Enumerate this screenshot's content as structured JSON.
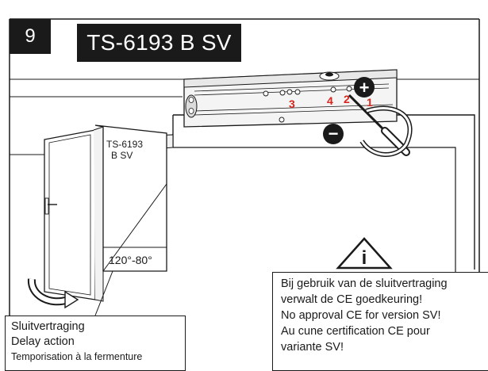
{
  "step": {
    "number": "9"
  },
  "title": "TS-6193 B SV",
  "door_panel": {
    "model_line1": "TS-6193",
    "model_line2": "B SV",
    "angle": "120°-80°"
  },
  "closer": {
    "valve_labels": [
      "3",
      "4",
      "2",
      "1"
    ],
    "plus_symbol": "+",
    "minus_symbol": "−",
    "valve_label_color": "#d9251c"
  },
  "warning": {
    "symbol": "i"
  },
  "note_left": {
    "lines": [
      "Sluitvertraging",
      "Delay action",
      "Temporisation à la fermenture"
    ]
  },
  "note_right": {
    "lines": [
      "Bij gebruik van de sluitvertraging",
      "verwalt de CE goedkeuring!",
      "No approval CE for version SV!",
      "Au cune certification CE pour",
      "variante SV!"
    ]
  }
}
